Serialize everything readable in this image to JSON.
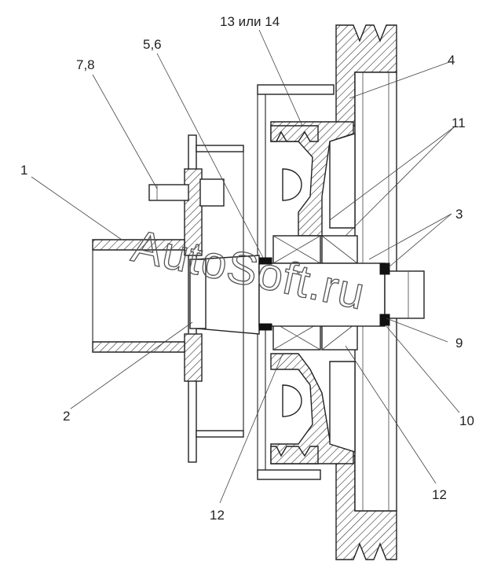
{
  "callouts": [
    {
      "id": "1",
      "text": "1"
    },
    {
      "id": "2",
      "text": "2"
    },
    {
      "id": "3",
      "text": "3"
    },
    {
      "id": "4",
      "text": "4"
    },
    {
      "id": "5_6",
      "text": "5,6"
    },
    {
      "id": "7_8",
      "text": "7,8"
    },
    {
      "id": "9",
      "text": "9"
    },
    {
      "id": "10",
      "text": "10"
    },
    {
      "id": "11",
      "text": "11"
    },
    {
      "id": "12a",
      "text": "12"
    },
    {
      "id": "12b",
      "text": "12"
    },
    {
      "id": "13_14",
      "text": "13 или 14"
    }
  ],
  "watermark": "AutoSoft.ru"
}
